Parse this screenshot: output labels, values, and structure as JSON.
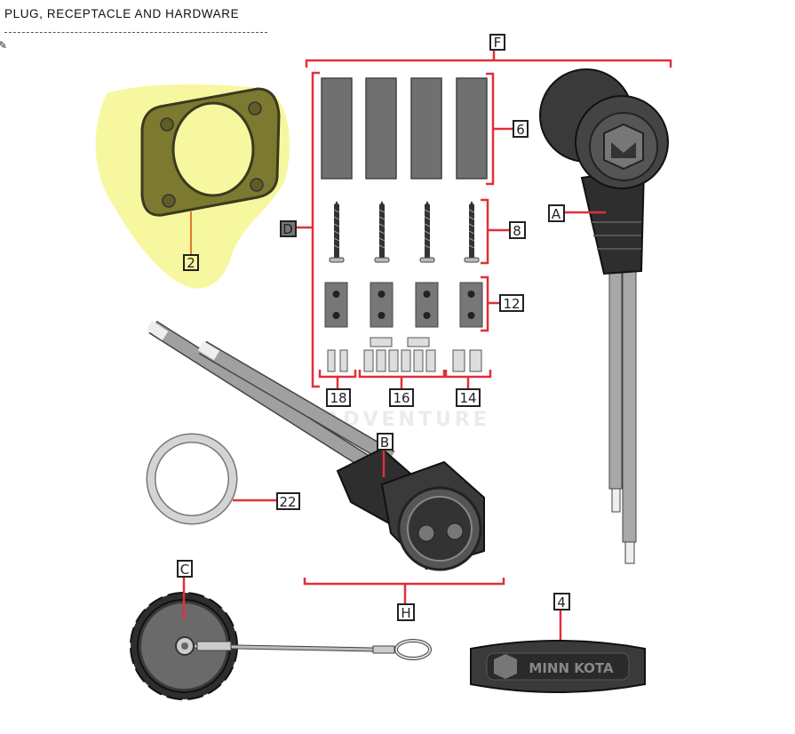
{
  "header": {
    "title": "PLUG, RECEPTACLE AND HARDWARE",
    "edit_icon": "edit-icon"
  },
  "watermark": "LEADVENTURE",
  "logo_text": "MINN KOTA",
  "colors": {
    "callout_line": "#e0303a",
    "highlight": "#f7f7a0",
    "part_dark": "#3a3a3a",
    "part_gray": "#707070"
  },
  "callouts": {
    "F": "F",
    "six": "6",
    "A": "A",
    "D": "D",
    "eight": "8",
    "twelve": "12",
    "two": "2",
    "eighteen": "18",
    "sixteen": "16",
    "fourteen": "14",
    "B": "B",
    "twentytwo": "22",
    "C": "C",
    "H": "H",
    "four": "4"
  }
}
